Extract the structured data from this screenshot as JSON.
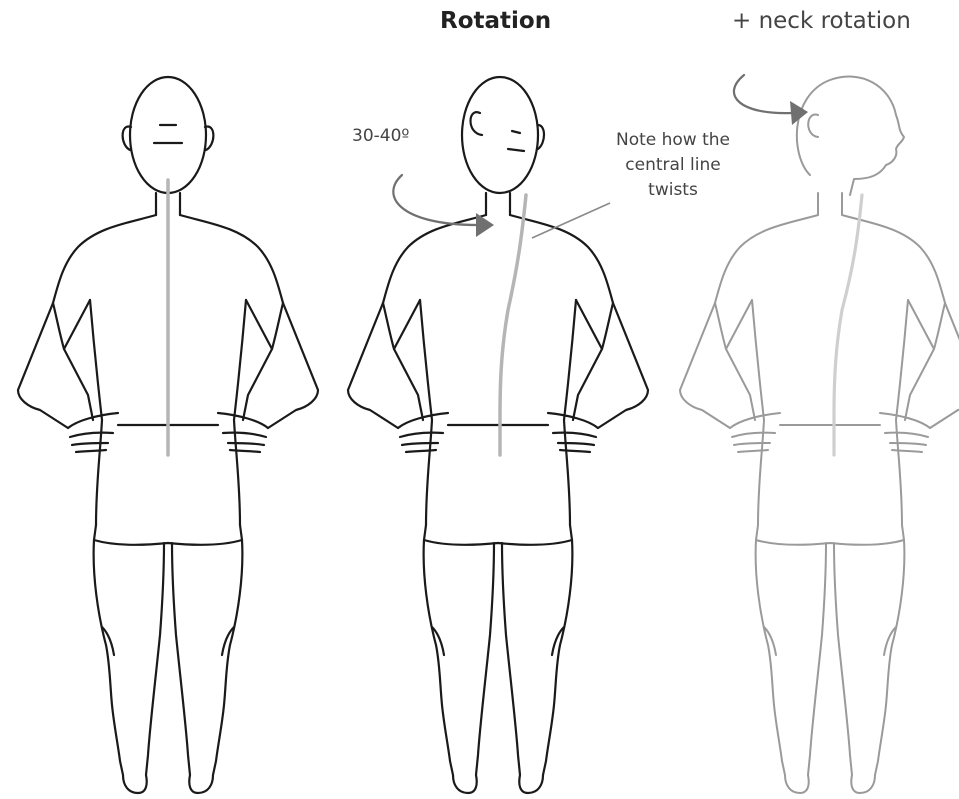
{
  "header": {
    "rotation_title": "Rotation",
    "neck_title": "+ neck rotation"
  },
  "annotations": {
    "angle": "30-40º",
    "note_lines": [
      "Note how the",
      "central line",
      "twists"
    ]
  },
  "figures": [
    {
      "name": "front-figure",
      "depiction": "neutral front-facing pose, hands on hips"
    },
    {
      "name": "rotated-torso-figure",
      "depiction": "torso rotated 30-40 degrees"
    },
    {
      "name": "rotated-neck-figure",
      "depiction": "torso and neck rotated"
    }
  ],
  "colors": {
    "outline": "#1a1a1a",
    "faded_outline": "#9a9a9a",
    "center_line": "#b5b5b5",
    "arrow": "#707070"
  }
}
